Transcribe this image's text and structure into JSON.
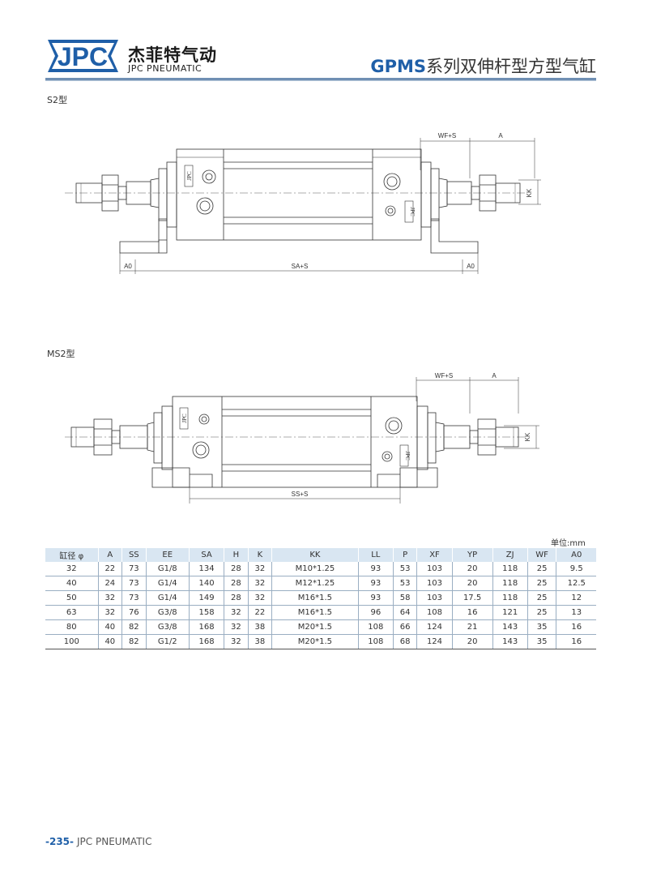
{
  "header": {
    "logo_text": "JPC",
    "brand_cn": "杰菲特气动",
    "brand_en": "JPC PNEUMATIC",
    "title_code": "GPMS",
    "title_rest": "系列双伸杆型方型气缸"
  },
  "colors": {
    "accent": "#1f5fa8",
    "rule": "#6f8fb3",
    "table_header": "#d9e6f2"
  },
  "drawings": {
    "s2": {
      "label": "S2型",
      "dims": {
        "wf_s": "WF+S",
        "a": "A",
        "kk": "KK",
        "a0_left": "A0",
        "sa_s": "SA+S",
        "a0_right": "A0"
      },
      "marks": {
        "jpc_left": "JPC",
        "jpc_right": "JPC"
      }
    },
    "ms2": {
      "label": "MS2型",
      "dims": {
        "wf_s": "WF+S",
        "a": "A",
        "kk": "KK",
        "ss_s": "SS+S"
      },
      "marks": {
        "jpc_left": "JPC",
        "jpc_right": "JPC"
      }
    }
  },
  "table": {
    "unit": "单位:mm",
    "headers": [
      "缸径 φ",
      "A",
      "SS",
      "EE",
      "SA",
      "H",
      "K",
      "KK",
      "LL",
      "P",
      "XF",
      "YP",
      "ZJ",
      "WF",
      "A0"
    ],
    "rows": [
      [
        "32",
        "22",
        "73",
        "G1/8",
        "134",
        "28",
        "32",
        "M10*1.25",
        "93",
        "53",
        "103",
        "20",
        "118",
        "25",
        "9.5"
      ],
      [
        "40",
        "24",
        "73",
        "G1/4",
        "140",
        "28",
        "32",
        "M12*1.25",
        "93",
        "53",
        "103",
        "20",
        "118",
        "25",
        "12.5"
      ],
      [
        "50",
        "32",
        "73",
        "G1/4",
        "149",
        "28",
        "32",
        "M16*1.5",
        "93",
        "58",
        "103",
        "17.5",
        "118",
        "25",
        "12"
      ],
      [
        "63",
        "32",
        "76",
        "G3/8",
        "158",
        "32",
        "22",
        "M16*1.5",
        "96",
        "64",
        "108",
        "16",
        "121",
        "25",
        "13"
      ],
      [
        "80",
        "40",
        "82",
        "G3/8",
        "168",
        "32",
        "38",
        "M20*1.5",
        "108",
        "66",
        "124",
        "21",
        "143",
        "35",
        "16"
      ],
      [
        "100",
        "40",
        "82",
        "G1/2",
        "168",
        "32",
        "38",
        "M20*1.5",
        "108",
        "68",
        "124",
        "20",
        "143",
        "35",
        "16"
      ]
    ]
  },
  "footer": {
    "page": "-235-",
    "brand": "JPC PNEUMATIC"
  }
}
